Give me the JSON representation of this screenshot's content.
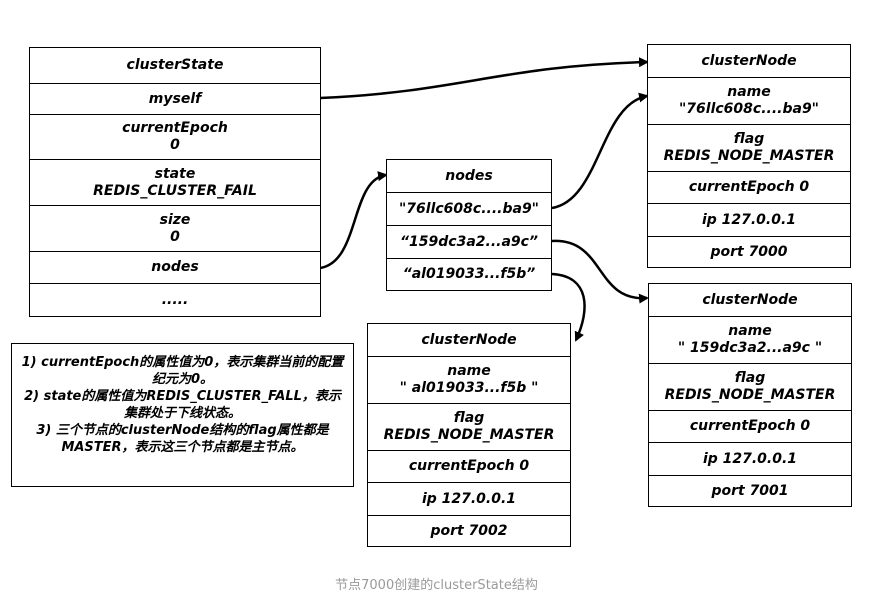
{
  "cluster_state": {
    "rows": [
      "clusterState",
      "myself",
      "currentEpoch\n0",
      "state\nREDIS_CLUSTER_FAIL",
      "size\n0",
      "nodes",
      "....."
    ]
  },
  "nodes_dict": {
    "rows": [
      "nodes",
      "\"76llc608c....ba9\"",
      "“159dc3a2...a9c”",
      "“al019033...f5b”"
    ]
  },
  "node_7000": {
    "rows": [
      "clusterNode",
      "name\n\"76llc608c....ba9\"",
      "flag\nREDIS_NODE_MASTER",
      "currentEpoch  0",
      "ip 127.0.0.1",
      "port 7000"
    ]
  },
  "node_7001": {
    "rows": [
      "clusterNode",
      "name\n\" 159dc3a2...a9c \"",
      "flag\nREDIS_NODE_MASTER",
      "currentEpoch  0",
      "ip 127.0.0.1",
      "port 7001"
    ]
  },
  "node_7002": {
    "rows": [
      "clusterNode",
      "name\n\" al019033...f5b \"",
      "flag\nREDIS_NODE_MASTER",
      "currentEpoch  0",
      "ip 127.0.0.1",
      "port 7002"
    ]
  },
  "note": {
    "lines": [
      "1)  currentEpoch的属性值为0，表示集群当前的配置纪元为0。",
      "2) state的属性值为REDIS_CLUSTER_FALL，表示集群处于下线状态。",
      "3) 三个节点的clusterNode结构的flag属性都是MASTER，表示这三个节点都是主节点。"
    ]
  },
  "caption": "节点7000创建的clusterState结构"
}
